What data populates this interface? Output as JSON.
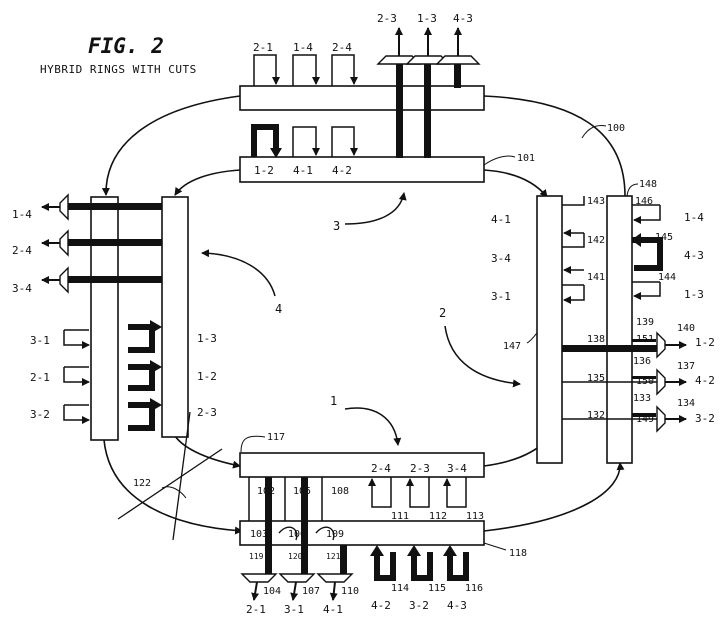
{
  "figure": {
    "title": "FIG. 2",
    "subtitle": "HYBRID RINGS WITH CUTS"
  },
  "ring_numbers": [
    "1",
    "2",
    "3",
    "4"
  ],
  "ref_numbers": {
    "r100": "100",
    "r101": "101",
    "r102": "102",
    "r103": "103",
    "r104": "104",
    "r105": "105",
    "r106": "106",
    "r107": "107",
    "r108": "108",
    "r109": "109",
    "r110": "110",
    "r111": "111",
    "r112": "112",
    "r113": "113",
    "r114": "114",
    "r115": "115",
    "r116": "116",
    "r117": "117",
    "r118": "118",
    "r119": "119",
    "r120": "120",
    "r121": "121",
    "r122": "122",
    "r132": "132",
    "r133": "133",
    "r134": "134",
    "r135": "135",
    "r136": "136",
    "r137": "137",
    "r138": "138",
    "r139": "139",
    "r140": "140",
    "r141": "141",
    "r142": "142",
    "r143": "143",
    "r144": "144",
    "r145": "145",
    "r146": "146",
    "r147": "147",
    "r148": "148",
    "r149": "149",
    "r150": "150",
    "r151": "151"
  },
  "top": {
    "drop_outer": [
      "2-1",
      "1-4",
      "2-4"
    ],
    "out_outer": [
      "2-3",
      "1-3",
      "4-3"
    ],
    "inner": [
      "1-2",
      "4-1",
      "4-2"
    ]
  },
  "left": {
    "outputs": [
      "1-4",
      "2-4",
      "3-4"
    ],
    "inputs": [
      "3-1",
      "2-1",
      "3-2"
    ],
    "inner": [
      "1-3",
      "1-2",
      "2-3"
    ]
  },
  "right": {
    "inner": [
      "4-1",
      "3-4",
      "3-1"
    ],
    "drops": [
      "1-4",
      "4-3",
      "1-3"
    ],
    "outputs": [
      "1-2",
      "4-2",
      "3-2"
    ]
  },
  "bottom": {
    "inner": [
      "2-4",
      "2-3",
      "3-4"
    ],
    "outputs": [
      "2-1",
      "3-1",
      "4-1"
    ],
    "inputs": [
      "4-2",
      "3-2",
      "4-3"
    ]
  }
}
